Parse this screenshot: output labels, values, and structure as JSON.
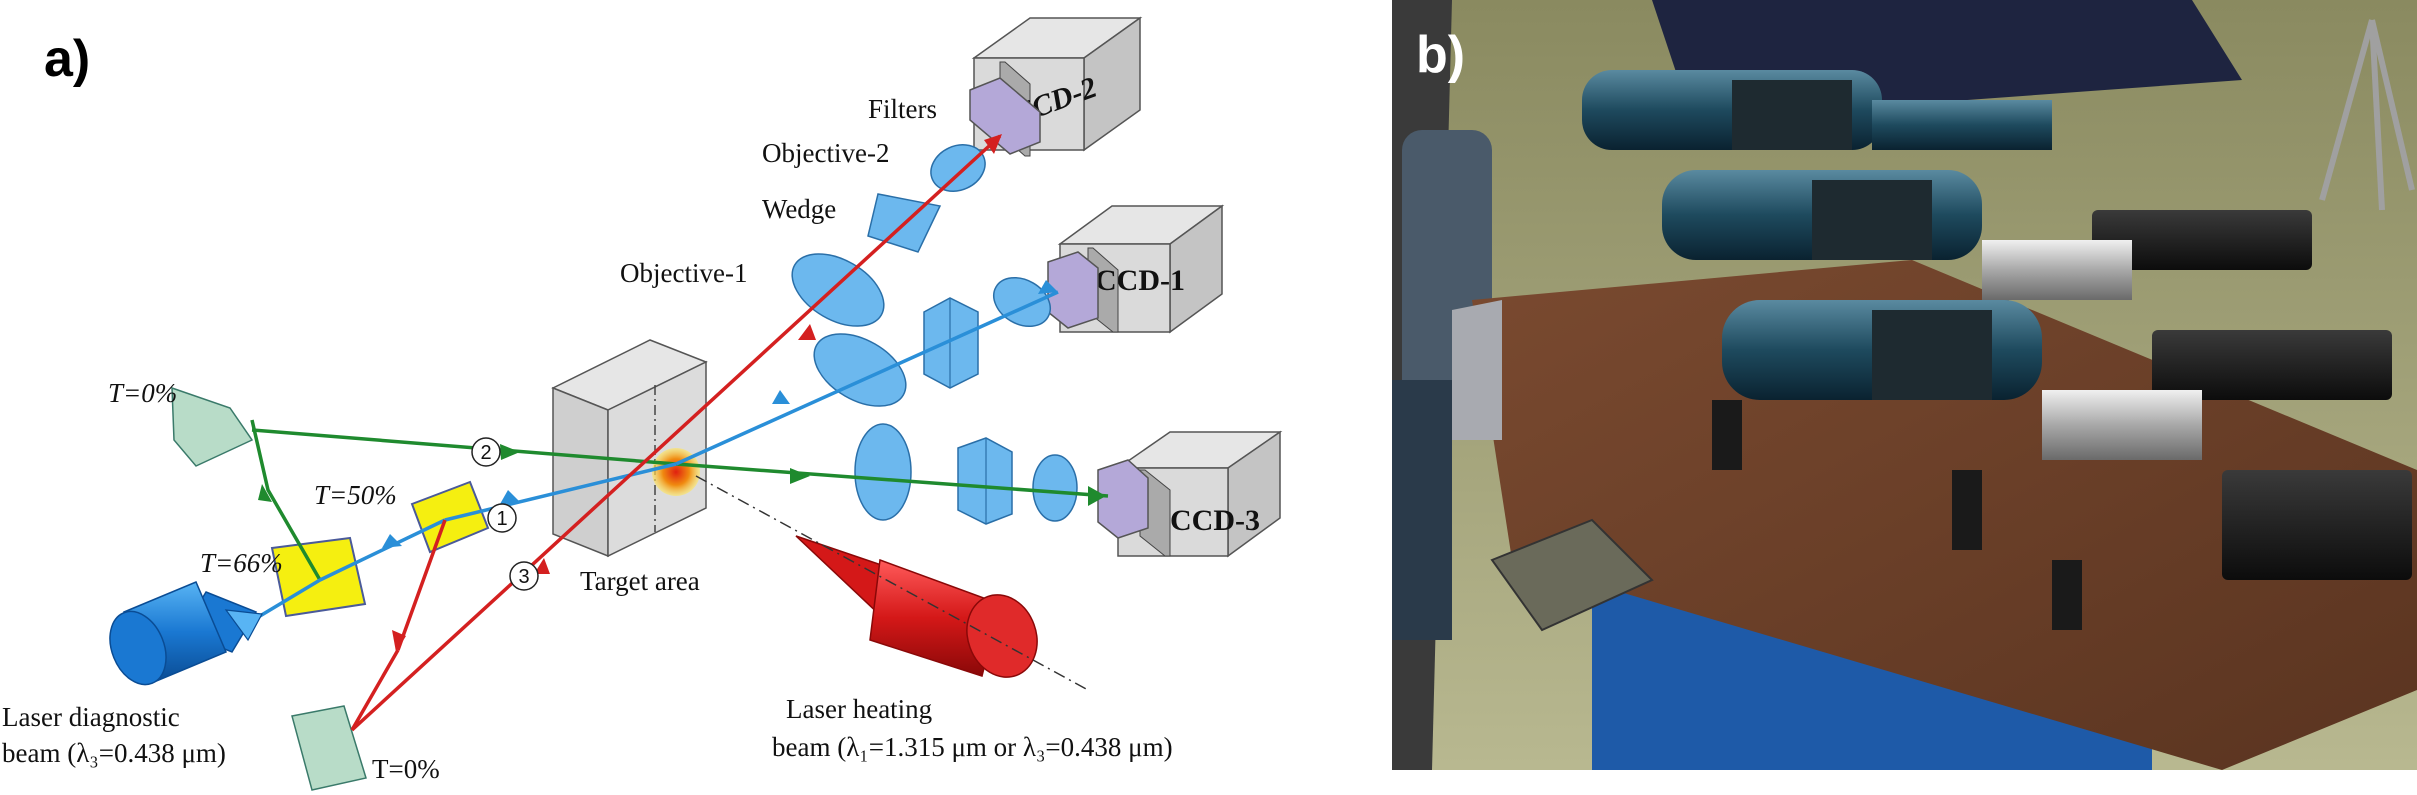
{
  "panel_a": {
    "label": "a)",
    "labels": {
      "filters": "Filters",
      "objective2": "Objective-2",
      "wedge": "Wedge",
      "objective1": "Objective-1",
      "t0_top": "T=0%",
      "t50": "T=50%",
      "t66": "T=66%",
      "target_area": "Target area",
      "diag_line1": "Laser diagnostic",
      "diag_line2": "beam (λ₃=0.438 μm)",
      "t0_bottom": "T=0%",
      "heat_line1": "Laser heating",
      "heat_line2": "beam (λ₁=1.315 μm or λ₃=0.438 μm)"
    },
    "cameras": {
      "ccd1": "CCD-1",
      "ccd2": "CCD-2",
      "ccd3": "CCD-3"
    },
    "beam_numbers": {
      "b1": "1",
      "b2": "2",
      "b3": "3"
    },
    "colors": {
      "red_beam": "#d42020",
      "green_beam": "#1f8a2e",
      "blue_beam": "#2a8fd8",
      "lens": "#6cb8ee",
      "filter": "#b4a8d8",
      "mirror_yellow": "#f5ef10",
      "mirror_green": "#b8dcc8",
      "diag_laser": "#1a78d2",
      "heat_laser": "#d41818"
    }
  },
  "panel_b": {
    "label": "b)"
  }
}
